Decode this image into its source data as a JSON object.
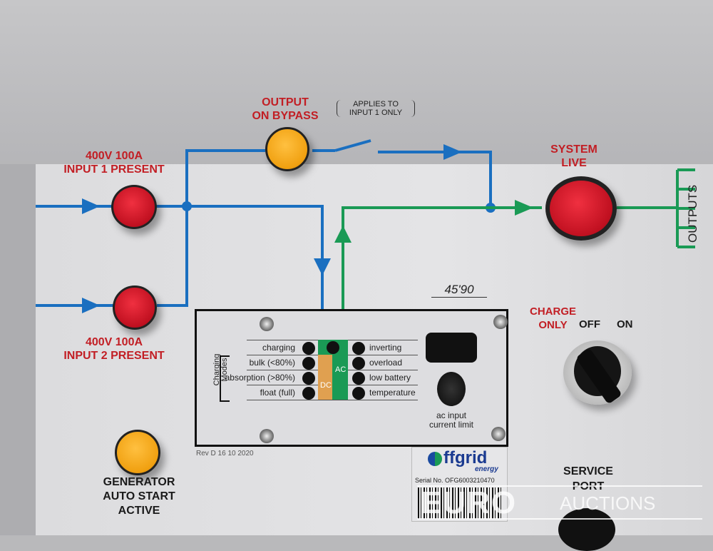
{
  "labels": {
    "output_bypass": "OUTPUT\nON BYPASS",
    "applies_note": "APPLIES TO\nINPUT 1 ONLY",
    "input1": "400V 100A\nINPUT 1 PRESENT",
    "input2": "400V 100A\nINPUT 2 PRESENT",
    "system_live": "SYSTEM\nLIVE",
    "outputs": "OUTPUTS",
    "generator": "GENERATOR\nAUTO START\nACTIVE",
    "charge_only": "CHARGE\nONLY",
    "off": "OFF",
    "on": "ON",
    "service_port": "SERVICE\nPORT",
    "handwritten": "45'90"
  },
  "module": {
    "charging_modes": "Charging\nModes",
    "left": [
      "charging",
      "bulk (<80%)",
      "absorption (>80%)",
      "float (full)"
    ],
    "right": [
      "inverting",
      "overload",
      "low battery",
      "temperature"
    ],
    "dc": "DC",
    "ac": "AC",
    "knob_label": "ac input\ncurrent limit",
    "rev": "Rev D 16 10 2020"
  },
  "sticker": {
    "brand": "ffgrid",
    "brand_sub": "energy",
    "serial": "Serial No. OFG6003210470"
  },
  "watermark": {
    "euro": "EURO",
    "auctions": "AUCTIONS"
  },
  "colors": {
    "blue": "#1a6fc0",
    "green": "#1a9a55",
    "red": "#c21e24"
  }
}
